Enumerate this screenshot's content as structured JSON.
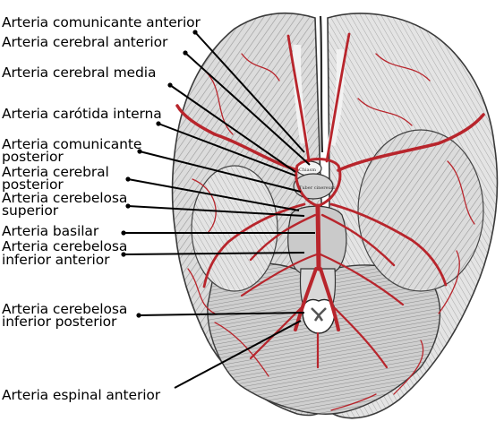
{
  "labels": {
    "comunicante_anterior": "Arteria comunicante anterior",
    "cerebral_anterior": "Arteria cerebral anterior",
    "cerebral_media": "Arteria cerebral media",
    "carotida_interna": "Arteria carótida interna",
    "comunicante_posterior_1": "Arteria comunicante",
    "comunicante_posterior_2": "posterior",
    "cerebral_posterior_1": "Arteria cerebral",
    "cerebral_posterior_2": "posterior",
    "cerebelosa_superior_1": "Arteria cerebelosa",
    "cerebelosa_superior_2": "superior",
    "basilar": "Arteria basilar",
    "cerebelosa_inf_ant_1": "Arteria cerebelosa",
    "cerebelosa_inf_ant_2": "inferior anterior",
    "cerebelosa_inf_post_1": "Arteria cerebelosa",
    "cerebelosa_inf_post_2": "inferior posterior",
    "espinal_anterior": "Arteria espinal anterior"
  },
  "image_labels": {
    "chiasm": "Chiasm",
    "tuber": "Tuber cinereum"
  },
  "colors": {
    "brain_fill": "#d9d9d9",
    "brain_stroke": "#3a3a3a",
    "artery": "#b8252c",
    "artery_dark": "#8e1b22",
    "leader": "#000000"
  }
}
